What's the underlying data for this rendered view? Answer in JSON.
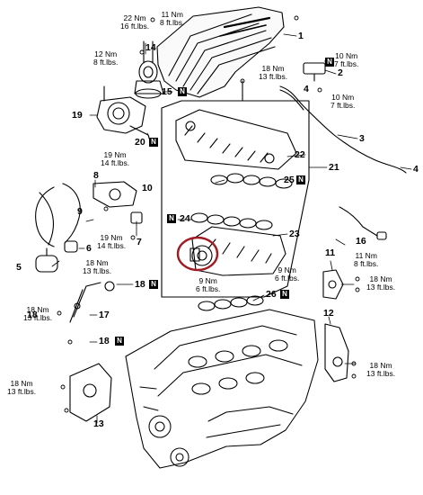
{
  "torque_specs": [
    {
      "id": "t1",
      "nm": "22 Nm",
      "ftlbs": "16 ft.lbs."
    },
    {
      "id": "t2",
      "nm": "11 Nm",
      "ftlbs": "8 ft.lbs."
    },
    {
      "id": "t3",
      "nm": "12 Nm",
      "ftlbs": "8 ft.lbs."
    },
    {
      "id": "t4",
      "nm": "10 Nm",
      "ftlbs": "7 ft.lbs."
    },
    {
      "id": "t5",
      "nm": "18 Nm",
      "ftlbs": "13 ft.lbs."
    },
    {
      "id": "t6",
      "nm": "10 Nm",
      "ftlbs": "7 ft.lbs."
    },
    {
      "id": "t7",
      "nm": "19 Nm",
      "ftlbs": "14 ft.lbs."
    },
    {
      "id": "t8",
      "nm": "19 Nm",
      "ftlbs": "14 ft.lbs."
    },
    {
      "id": "t9",
      "nm": "18 Nm",
      "ftlbs": "13 ft.lbs."
    },
    {
      "id": "t10",
      "nm": "11 Nm",
      "ftlbs": "8 ft.lbs."
    },
    {
      "id": "t11",
      "nm": "9 Nm",
      "ftlbs": "6 ft.lbs."
    },
    {
      "id": "t12",
      "nm": "9 Nm",
      "ftlbs": "6 ft.lbs."
    },
    {
      "id": "t13",
      "nm": "18 Nm",
      "ftlbs": "13 ft.lbs."
    },
    {
      "id": "t14",
      "nm": "18 Nm",
      "ftlbs": "13 ft.lbs."
    },
    {
      "id": "t15",
      "nm": "18 Nm",
      "ftlbs": "13 ft.lbs."
    },
    {
      "id": "t16",
      "nm": "18 Nm",
      "ftlbs": "13 ft.lbs."
    }
  ],
  "callouts": [
    "1",
    "2",
    "3",
    "4",
    "5",
    "6",
    "7",
    "8",
    "9",
    "10",
    "11",
    "12",
    "13",
    "14",
    "15",
    "16",
    "17",
    "18",
    "18",
    "18",
    "19",
    "20",
    "21",
    "22",
    "23",
    "24",
    "25",
    "26"
  ],
  "badge_letter": "N",
  "highlight_color": "#a01c24"
}
